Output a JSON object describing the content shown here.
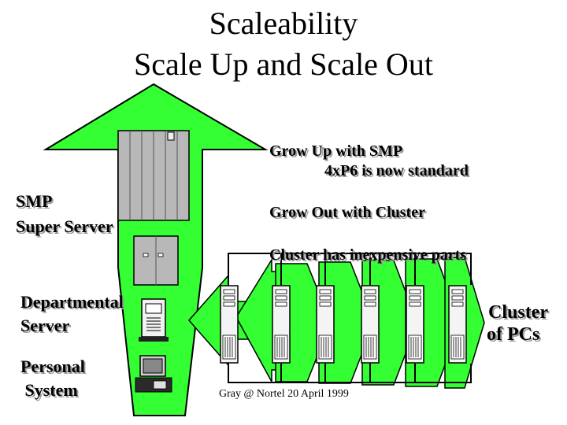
{
  "title": {
    "line1": "Scaleability",
    "line2": "Scale Up and Scale Out"
  },
  "labels": {
    "grow_up": "Grow Up with SMP",
    "grow_up_sub": "4xP6 is now standard",
    "grow_out": "Grow Out with Cluster",
    "cluster_parts": "Cluster has inexpensive parts",
    "smp_line1": "SMP",
    "smp_line2": "Super Server",
    "dept_line1": "Departmental",
    "dept_line2": "Server",
    "personal_line1": "Personal",
    "personal_line2": " System",
    "cluster_pcs_line1": "Cluster",
    "cluster_pcs_line2": "of PCs"
  },
  "footer": "Gray @ Nortel 20 April 1999",
  "colors": {
    "arrow_fill": "#33ff33",
    "outline": "#000000",
    "cabinet": "#b8b8b8",
    "shadow": "#9a9a9a"
  }
}
